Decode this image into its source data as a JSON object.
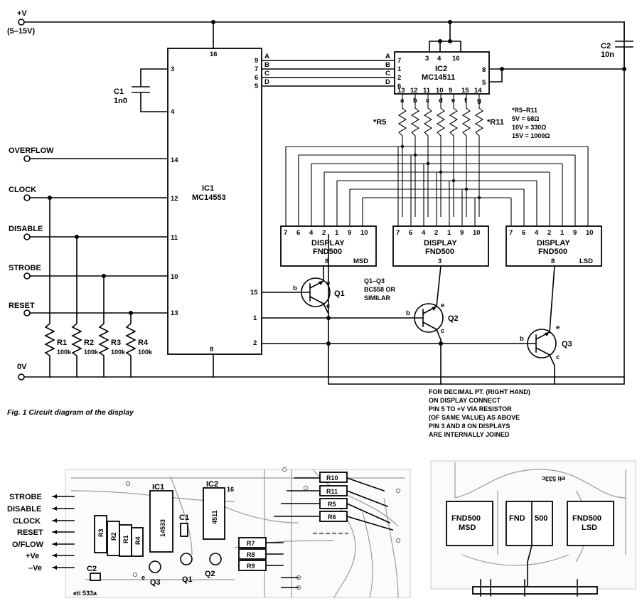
{
  "supply": {
    "vplus": "+V",
    "range": "(5–15V)",
    "zero": "0V"
  },
  "inputs": [
    "OVERFLOW",
    "CLOCK",
    "DISABLE",
    "STROBE",
    "RESET"
  ],
  "ic1": {
    "ref": "IC1",
    "part": "MC14553",
    "pins": {
      "p3": "3",
      "p4": "4",
      "p16": "16",
      "p9": "9",
      "p7": "7",
      "p6": "6",
      "p5": "5",
      "p14": "14",
      "p12": "12",
      "p11": "11",
      "p10": "10",
      "p13": "13",
      "p15": "15",
      "p1": "1",
      "p2": "2",
      "p8": "8"
    }
  },
  "ic2": {
    "ref": "IC2",
    "part": "MC14511",
    "pins_top": [
      "3",
      "4",
      "16"
    ],
    "pins_left": [
      "7",
      "1",
      "2",
      "6"
    ],
    "pins_right": [
      "8",
      "5"
    ],
    "pins_bottom": [
      "13",
      "12",
      "11",
      "10",
      "9",
      "15",
      "14"
    ],
    "segs": [
      "a",
      "b",
      "c",
      "d",
      "e",
      "f",
      "g"
    ]
  },
  "bus": [
    "A",
    "B",
    "C",
    "D"
  ],
  "c1": {
    "ref": "C1",
    "val": "1n0"
  },
  "c2": {
    "ref": "C2",
    "val": "10n"
  },
  "resistors": [
    {
      "ref": "R1",
      "val": "100k"
    },
    {
      "ref": "R2",
      "val": "100k"
    },
    {
      "ref": "R3",
      "val": "100k"
    },
    {
      "ref": "R4",
      "val": "100k"
    }
  ],
  "r5": "*R5",
  "r11": "*R11",
  "rnote": [
    "*R5–R11",
    "5V = 68Ω",
    "10V = 330Ω",
    "15V = 1000Ω"
  ],
  "displays": [
    {
      "title": "DISPLAY",
      "part": "FND500",
      "pin": "8",
      "tag": "MSD"
    },
    {
      "title": "DISPLAY",
      "part": "FND500",
      "pin": "3",
      "tag": ""
    },
    {
      "title": "DISPLAY",
      "part": "FND500",
      "pin": "8",
      "tag": "LSD"
    }
  ],
  "disp_pins": [
    "7",
    "6",
    "4",
    "2",
    "1",
    "9",
    "10"
  ],
  "transistors": {
    "q1": "Q1",
    "q2": "Q2",
    "q3": "Q3",
    "b": "b",
    "c": "c",
    "e": "e"
  },
  "tnote": [
    "Q1–Q3",
    "BC558 OR",
    "SIMILAR"
  ],
  "dpnote": [
    "FOR DECIMAL PT. (RIGHT HAND)",
    "ON DISPLAY CONNECT",
    "PIN 5 TO +V VIA RESISTOR",
    "(OF SAME VALUE) AS ABOVE",
    "PIN 3 AND 8 ON DISPLAYS",
    "ARE INTERNALLY JOINED"
  ],
  "caption": "Fig. 1 Circuit diagram of the display",
  "pcb": {
    "edge_labels": [
      "STROBE",
      "DISABLE",
      "CLOCK",
      "RESET",
      "O/FLOW",
      "+Ve",
      "–Ve"
    ],
    "ic1": "IC1",
    "ic1_part": "14533",
    "ic2": "IC2",
    "ic2_part": "4511",
    "ic2_pin": "16",
    "rs": [
      "R3",
      "R2",
      "R1",
      "R4"
    ],
    "c1": "C1",
    "c2": "C2",
    "q": [
      "Q3",
      "Q1",
      "Q2"
    ],
    "rr": [
      "R10",
      "R11",
      "R5",
      "R6"
    ],
    "rl": [
      "R7",
      "R8",
      "R9"
    ],
    "codes": [
      "e"
    ],
    "board_code": "eti 533c",
    "board_code2": "eti 533a"
  },
  "pcb2": {
    "d1": [
      "FND500",
      "MSD"
    ],
    "d2": [
      "FND",
      "500"
    ],
    "d3": [
      "FND500",
      "LSD"
    ]
  }
}
